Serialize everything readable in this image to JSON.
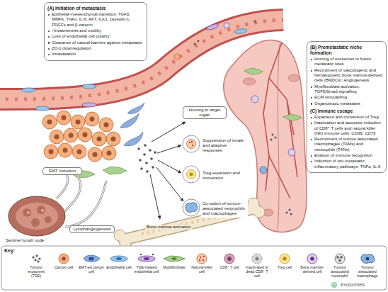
{
  "diagram": {
    "nodes": [
      {
        "text": [
          "(A) Initiation of metastasis",
          "Epithelial–mesenchymal transition: TGFβ, MMPs, TNFα, IL-6, AKT, ILK1, caveolin-1, PDGFs and β-catenin",
          "↑Invasiveness and motility",
          "Loss of endothelial cell polarity",
          "Clearance of natural barriers against metastasis",
          "ZO-1 downregulation",
          "Intravasation"
        ]
      },
      {
        "text": [
          "(B) Premetastatic niche formation",
          "Homing of exosomes to future metastatic sites",
          "Recruitment of vasculogenic and hematopoietic bone marrow-derived cells (BMDCs): Angiogenesis",
          "Myofibroblast activation: TGFβ/Smad signalling",
          "ECM remodelling",
          "Organotropic metastasis",
          "(C) Immune escape",
          "Expansion and conversion of Treg",
          "Inactivation and apoptotic induction of CD8⁺ T cells and natural killer (NK) immune cells: CD39, CD73",
          "Recruitment of tumour associated macrophages (TAMs) and neutrophils (TANs)",
          "Evasion of immune recognition",
          "Induction of pro-metastatic inflammatory pathways: TNFα, IL-6"
        ]
      },
      {
        "text": [
          "Homing to target organ"
        ]
      },
      {
        "text": [
          "Suppression of innate and adaptive responses"
        ]
      },
      {
        "text": [
          "Treg expansion and conversion"
        ]
      },
      {
        "text": [
          "Co-option of tumour-associated neutrophils and macrophages"
        ]
      },
      {
        "text": [
          "EMT induction"
        ]
      },
      {
        "text": [
          "Lymphangiogenesis"
        ]
      }
    ],
    "labels": [
      "Sentinel lymph node",
      "Bone marrow activation",
      "Key:",
      "exosomes"
    ],
    "legend": [
      {
        "text": "Tumour exosomes (TDE)"
      },
      {
        "text": "Cancer cell"
      },
      {
        "text": "EMT-ed cancer cell"
      },
      {
        "text": "Endothelial cell"
      },
      {
        "text": "TDE-treated endothelial cell"
      },
      {
        "text": "Myofibroblast"
      },
      {
        "text": "Natural killer cell"
      },
      {
        "text": "CD8⁺ T cell"
      },
      {
        "text": "Inactivated or dead CD8⁺ T cell"
      },
      {
        "text": "Treg cell"
      },
      {
        "text": "Bone marrow-derived cell"
      },
      {
        "text": "Tumour associated neutrophil"
      },
      {
        "text": "Tumour associated macrophage"
      }
    ]
  }
}
